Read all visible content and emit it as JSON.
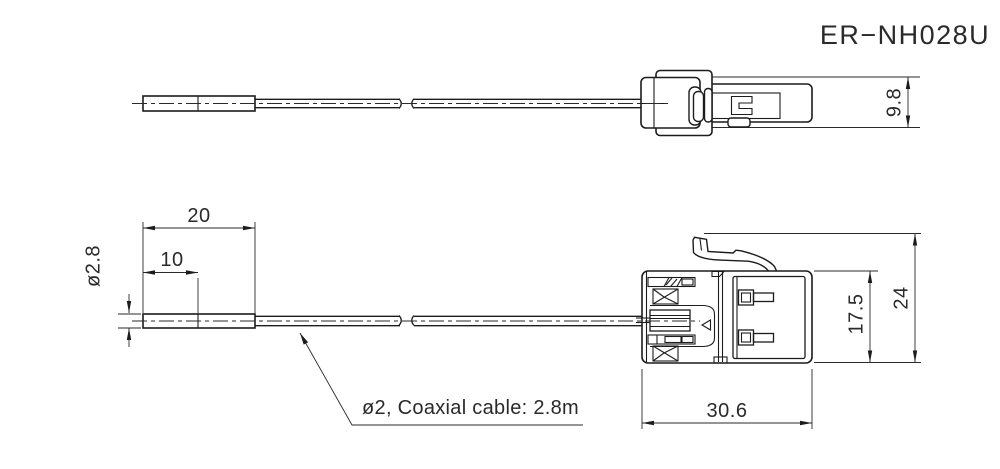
{
  "title": "ER−NH028U",
  "colors": {
    "line": "#1c1c1c",
    "text": "#2a2a2a",
    "background": "#ffffff"
  },
  "top_view": {
    "dim_height": "9.8"
  },
  "side_view": {
    "dim_sleeve_length": "20",
    "dim_sleeve_mid": "10",
    "dim_cable_dia": "ø2.8",
    "dim_body_height": "17.5",
    "dim_overall_height": "24",
    "dim_body_length": "30.6",
    "cable_note": "ø2, Coaxial cable: 2.8m"
  }
}
